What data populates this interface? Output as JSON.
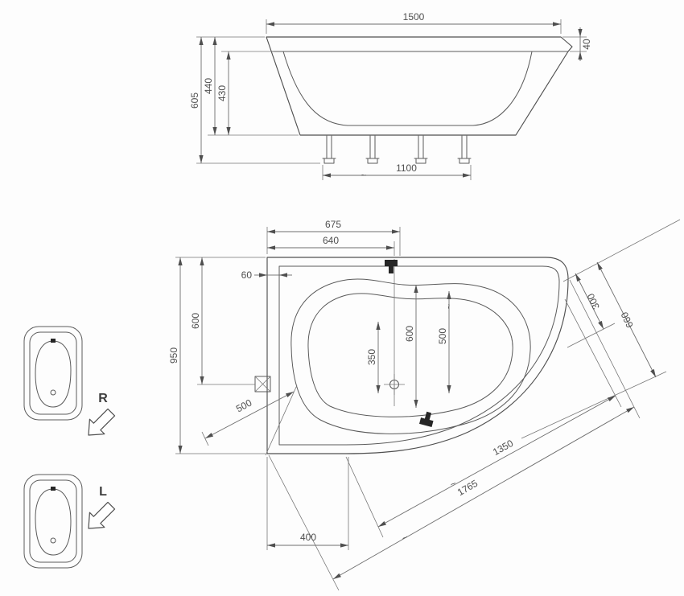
{
  "colors": {
    "line": "#4f4f4f",
    "dimension_line": "#6d6d6d",
    "text": "#4f4f4f",
    "symbol_fill": "#262626",
    "background": "#fdfdfd"
  },
  "glyphs": {
    "approx": "~"
  },
  "side_view": {
    "top_width": "1500",
    "total_height": "605",
    "body_height": "440",
    "shell_height": "430",
    "rim_right": "40",
    "leg_span": "1100"
  },
  "plan_view": {
    "tap_center_outer": "675",
    "tap_center_inner": "640",
    "left_rim": "60",
    "overflow_from_top": "600",
    "total_depth": "950",
    "diag_width_a": "660",
    "diag_width_b": "300",
    "basin_len_a": "600",
    "basin_len_b": "500",
    "basin_len_c": "350",
    "corner_seg": "500",
    "diag_len_inner": "1350",
    "diag_len_outer": "1765",
    "bottom_seg": "400"
  },
  "variants": {
    "right_label": "R",
    "left_label": "L"
  }
}
